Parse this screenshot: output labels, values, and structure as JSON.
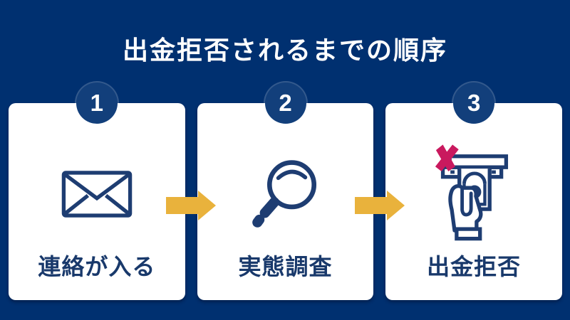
{
  "title": "出金拒否されるまでの順序",
  "steps": [
    {
      "number": "1",
      "label": "連絡が入る",
      "icon": "envelope-icon"
    },
    {
      "number": "2",
      "label": "実態調査",
      "icon": "magnifier-icon"
    },
    {
      "number": "3",
      "label": "出金拒否",
      "icon": "atm-withdrawal-denied-icon"
    }
  ],
  "colors": {
    "background": "#003070",
    "card": "#FFFFFF",
    "badge": "#123F7B",
    "icon_navy": "#1E3D72",
    "label_navy": "#19396B",
    "arrow_gold": "#E9B23C",
    "denied_cross": "#C9195E",
    "title_white": "#FFFFFF"
  }
}
